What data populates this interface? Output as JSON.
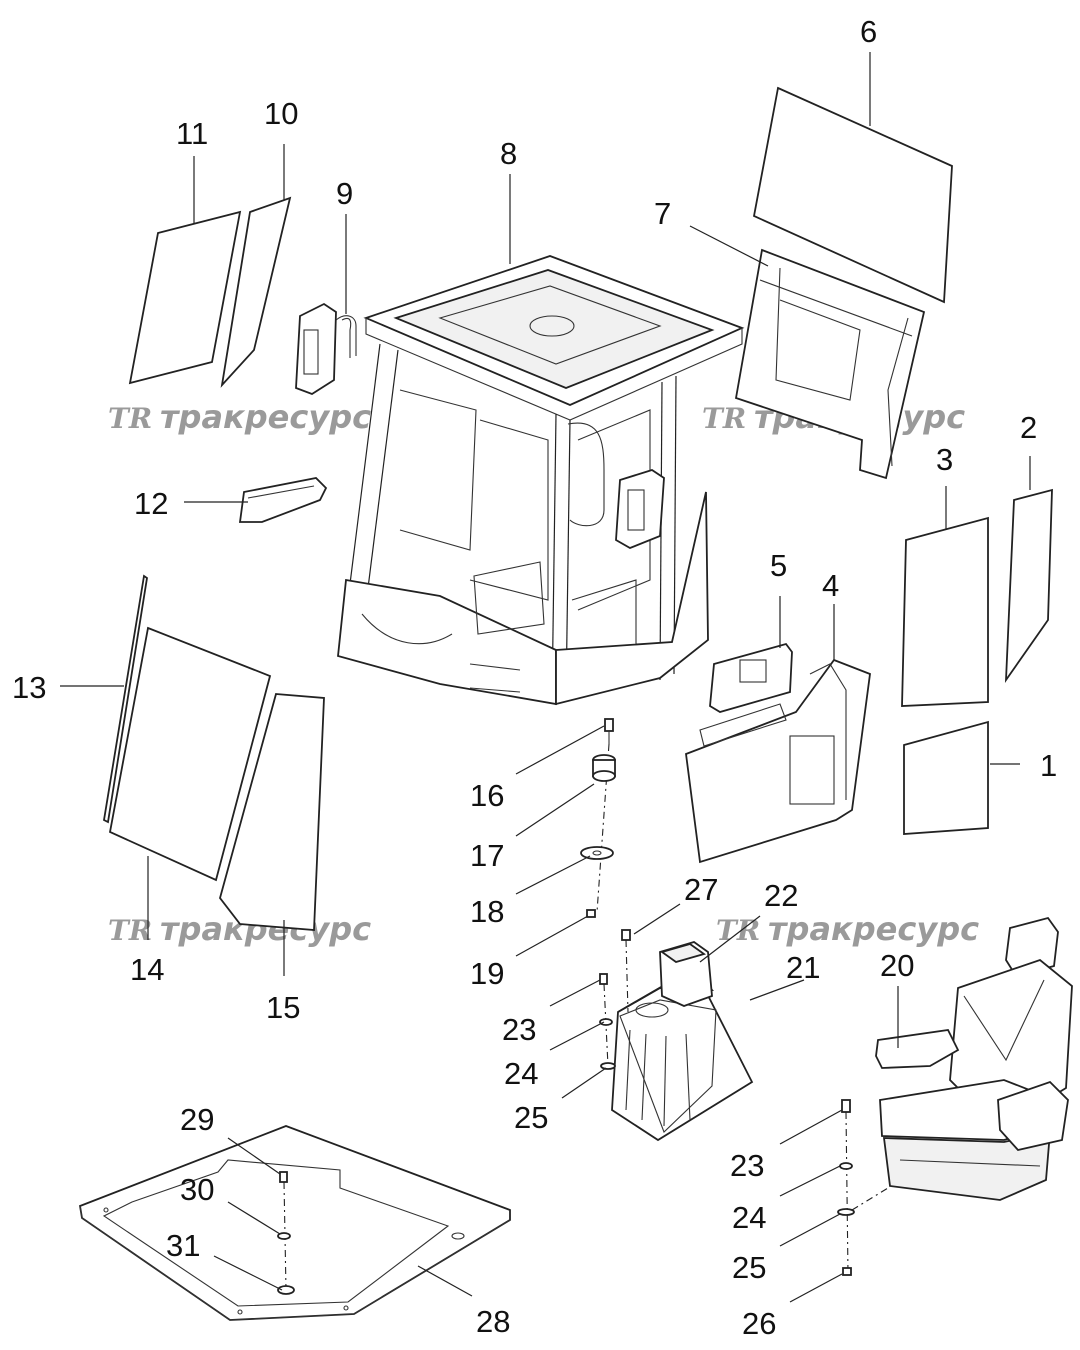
{
  "watermark": {
    "logo": "TR",
    "text": "тракресурс"
  },
  "callouts": {
    "c1": "1",
    "c2": "2",
    "c3": "3",
    "c4": "4",
    "c5": "5",
    "c6": "6",
    "c7": "7",
    "c8": "8",
    "c9": "9",
    "c10": "10",
    "c11": "11",
    "c12": "12",
    "c13": "13",
    "c14": "14",
    "c15": "15",
    "c16": "16",
    "c17": "17",
    "c18": "18",
    "c19": "19",
    "c20": "20",
    "c21": "21",
    "c22": "22",
    "c23a": "23",
    "c24a": "24",
    "c25a": "25",
    "c27": "27",
    "c23b": "23",
    "c24b": "24",
    "c25b": "25",
    "c26": "26",
    "c28": "28",
    "c29": "29",
    "c30": "30",
    "c31": "31"
  }
}
